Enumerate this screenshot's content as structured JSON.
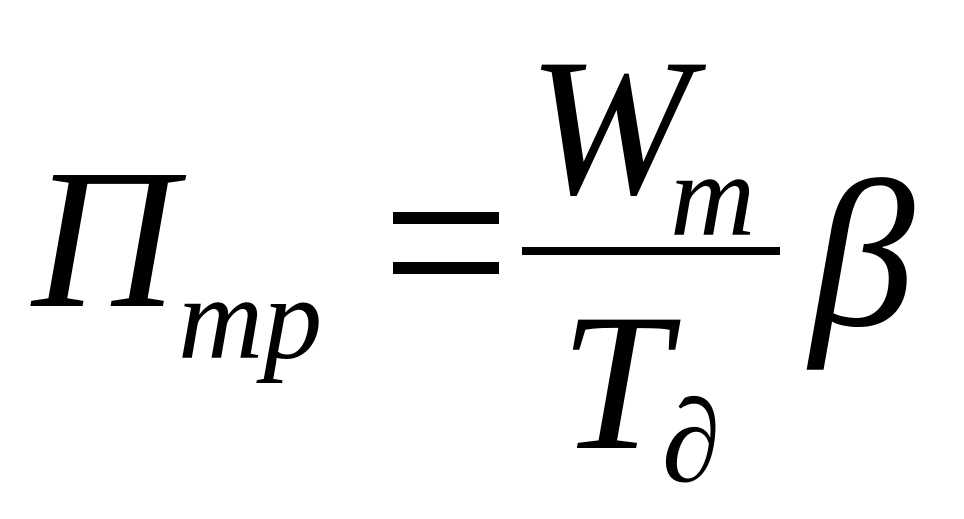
{
  "formula": {
    "lhs_main": "П",
    "lhs_sub": "тр",
    "equals": "=",
    "numerator_main": "W",
    "numerator_sub": "т",
    "denominator_main": "T",
    "denominator_sub": "∂",
    "multiplier": "β"
  }
}
